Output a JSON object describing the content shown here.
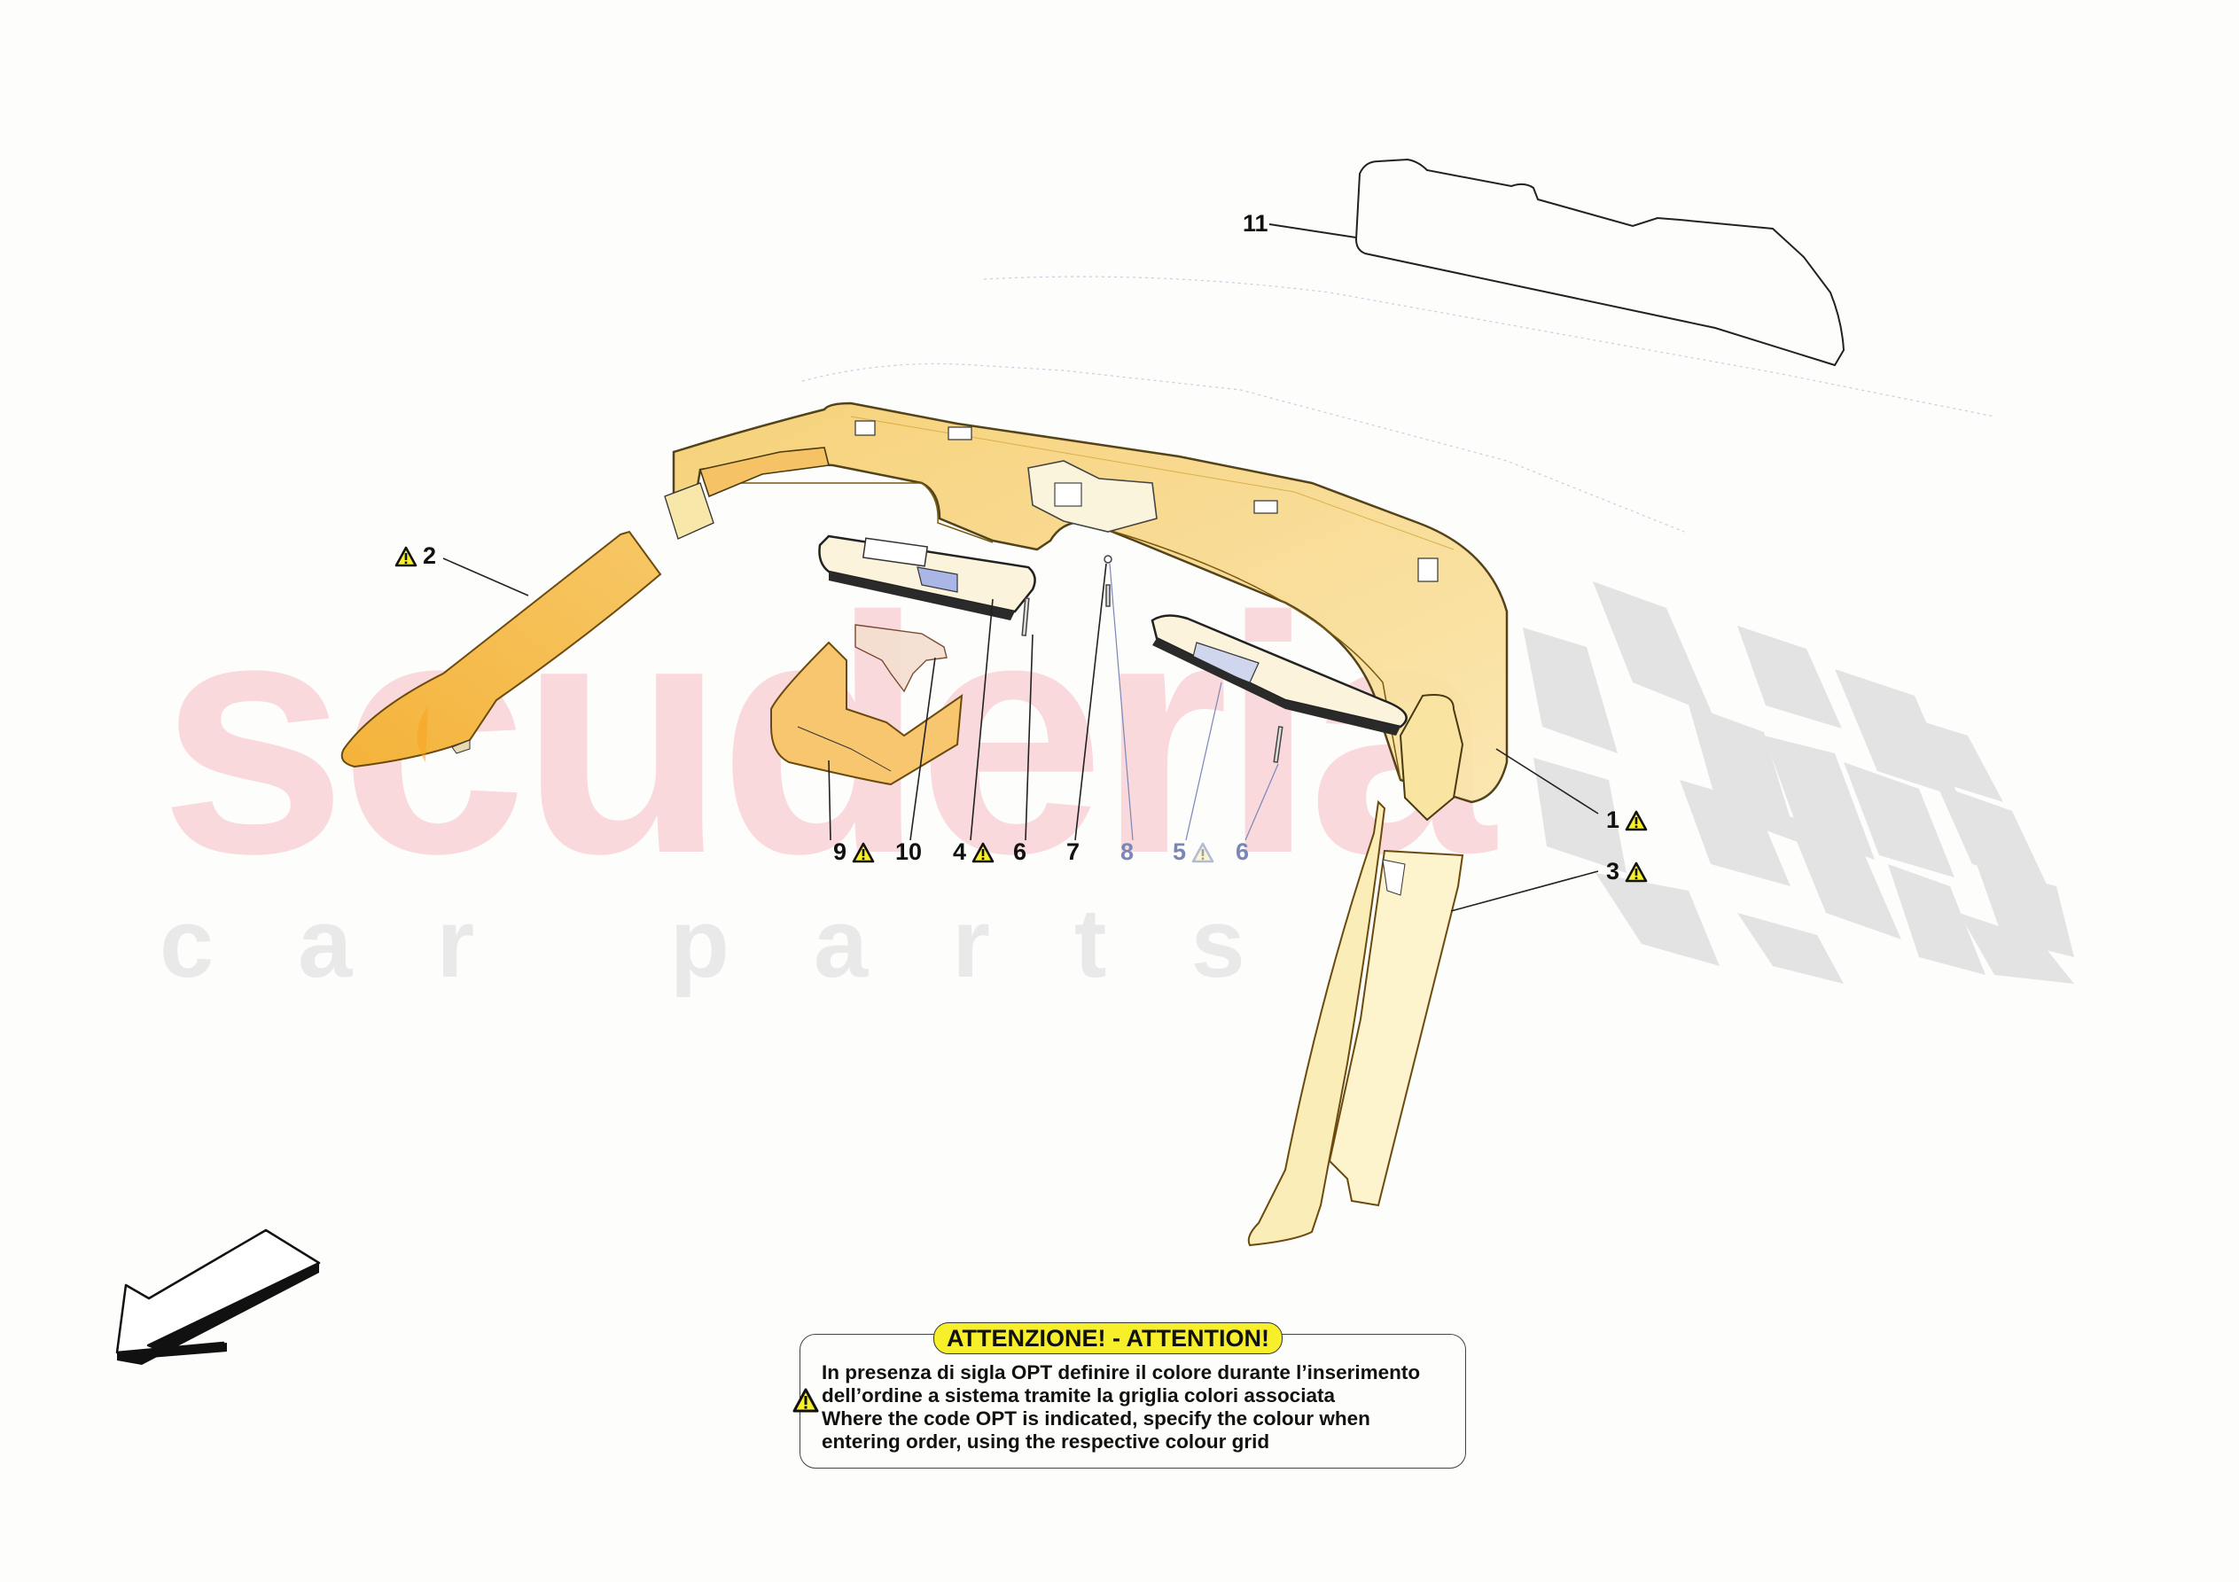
{
  "watermark": {
    "brand": "scuderia",
    "subtitle": "car parts"
  },
  "diagram": {
    "title": "Exploded parts diagram - interior roof trim / sun visors",
    "callouts": [
      {
        "id": "1",
        "label": "1",
        "warning": true,
        "faded": false
      },
      {
        "id": "2",
        "label": "2",
        "warning": true,
        "faded": false
      },
      {
        "id": "3",
        "label": "3",
        "warning": true,
        "faded": false
      },
      {
        "id": "4",
        "label": "4",
        "warning": true,
        "faded": false
      },
      {
        "id": "5",
        "label": "5",
        "warning": true,
        "faded": true
      },
      {
        "id": "6a",
        "label": "6",
        "warning": false,
        "faded": false
      },
      {
        "id": "6b",
        "label": "6",
        "warning": false,
        "faded": true
      },
      {
        "id": "7",
        "label": "7",
        "warning": false,
        "faded": false
      },
      {
        "id": "8",
        "label": "8",
        "warning": false,
        "faded": true
      },
      {
        "id": "9",
        "label": "9",
        "warning": true,
        "faded": false
      },
      {
        "id": "10",
        "label": "10",
        "warning": false,
        "faded": false
      },
      {
        "id": "11",
        "label": "11",
        "warning": false,
        "faded": false
      }
    ],
    "direction_arrow": "front-direction-arrow"
  },
  "notice": {
    "badge": "ATTENZIONE! - ATTENTION!",
    "lines": [
      "In presenza di sigla OPT definire il colore durante l’inserimento",
      "dell’ordine a sistema tramite la griglia colori associata",
      "Where the code OPT is indicated, specify the colour when",
      "entering order, using the respective colour grid"
    ]
  },
  "colors": {
    "part_fill": "#f6c35a",
    "part_light": "#fbe9a8",
    "warning_yellow": "#f6ef2a",
    "watermark_red": "#f9d9dc",
    "checker_grey": "#e4e4e4",
    "faded_label": "#7a86b8"
  }
}
